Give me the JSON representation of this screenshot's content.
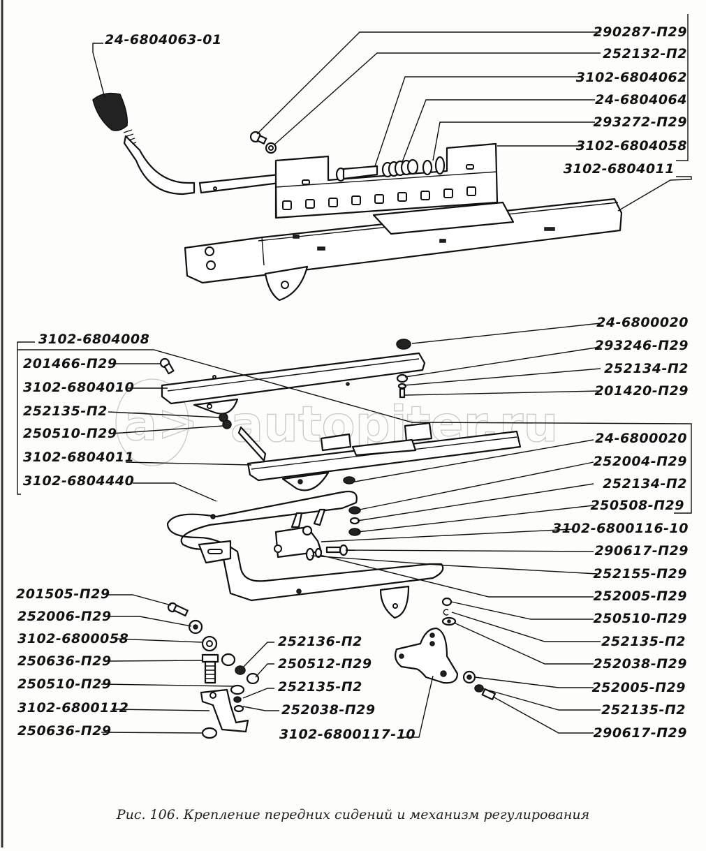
{
  "diagram": {
    "title": "Рис. 106. Крепление передних сидений и механизм регулирования",
    "watermark": "autopiter.ru",
    "watermark_logo": "a>",
    "colors": {
      "ink": "#111111",
      "paper": "#fdfdfb",
      "watermark": "#c9c9c9"
    },
    "labels": {
      "top_left": "24-6804063-01",
      "top_right": [
        "290287-П29",
        "252132-П2",
        "3102-6804062",
        "24-6804064",
        "293272-П29",
        "3102-6804058",
        "3102-6804011"
      ],
      "mid_left_header": "3102-6804008",
      "mid_left": [
        "201466-П29",
        "3102-6804010",
        "252135-П2",
        "250510-П29",
        "3102-6804011",
        "3102-6804440"
      ],
      "mid_right": [
        "24-6800020",
        "293246-П29",
        "252134-П2",
        "201420-П29",
        "24-6800020",
        "252004-П29",
        "252134-П2",
        "250508-П29",
        "3102-6800116-10",
        "290617-П29"
      ],
      "bottom_right": [
        "252155-П29",
        "252005-П29",
        "250510-П29",
        "252135-П2",
        "252038-П29",
        "252005-П29",
        "252135-П2",
        "290617-П29"
      ],
      "bottom_left": [
        "201505-П29",
        "252006-П29",
        "3102-6800058",
        "250636-П29",
        "250510-П29",
        "3102-6800112",
        "250636-П29"
      ],
      "bottom_center": [
        "252136-П2",
        "250512-П29",
        "252135-П2",
        "252038-П29",
        "3102-6800117-10"
      ]
    }
  }
}
